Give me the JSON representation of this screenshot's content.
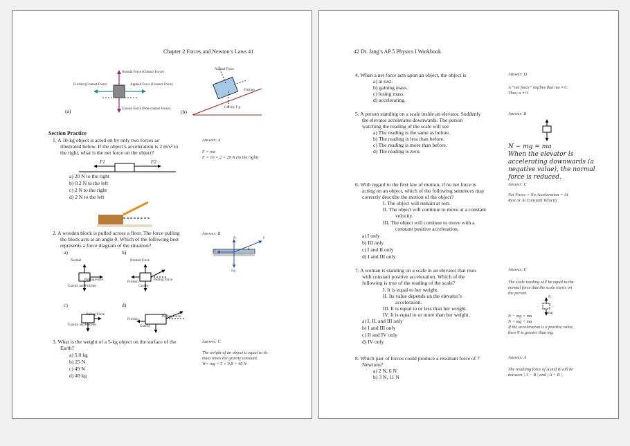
{
  "left": {
    "header": "Chapter 2   Forces and Newton’s Laws      41",
    "fig_a": {
      "tag": "(a)",
      "normal": "Normal Force (Contact Force)",
      "friction": "Friction (Contact Force)",
      "applied": "Applied Force (Contact Force)",
      "gravity": "Gravity Force (Non-contact Force)"
    },
    "fig_b": {
      "tag": "(b)",
      "normal": "Normal Force",
      "friction": "Friction",
      "gravity": "Gravity  F g"
    },
    "section_title": "Section Practice",
    "q1": {
      "lines": [
        "1.  A 10-kg object is acted on by only two forces as",
        "illustrated below. If the object’s acceleration is 2 m/s² to",
        "the right, what is the net force on the object?"
      ],
      "f1": "F1",
      "f2": "F2",
      "options": [
        "a)   20 N to the right",
        "b)   0.2 N to the left",
        "c)   2 N to the right",
        "d)   2 N to the left"
      ],
      "answer": "Answer: A",
      "ans_lines": [
        "F = ma",
        "F = 10 × 2 = 20 N (to the right)"
      ]
    },
    "q2": {
      "lines": [
        "2.  A wooden block is pulled across a floor. The force pulling",
        "the block acts at an angle θ. Which of the following best",
        "represents a force diagram of the situation?"
      ],
      "answer": "Answer: B",
      "fig": {
        "n": "N",
        "f": "f",
        "F": "F",
        "theta": "θ",
        "mg": "mg"
      },
      "diagrams": {
        "a": {
          "tag": "a)",
          "top": "Normal",
          "right": "Pulling Force",
          "bottom": "Gravity and Friction"
        },
        "b": {
          "tag": "b)",
          "top": "Normal Force",
          "right": "Pulling Force",
          "left": "Friction",
          "bottom": "Gravity"
        },
        "c": {
          "tag": "c)",
          "right": "Pulling Force",
          "bottom": "Gravity and Friction"
        },
        "d": {
          "tag": "d)",
          "right": "Pulling Force",
          "left": "Friction",
          "bottom": "Gravity"
        }
      }
    },
    "q3": {
      "lines": [
        "3.  What is the weight of a 5-kg object on the surface of the",
        "Earth?"
      ],
      "options": [
        "a)   5.0 kg",
        "b)   25 N",
        "c)   49 N",
        "d)   49 kg"
      ],
      "answer": "Answer: C",
      "ans_lines": [
        "The weight of an object is equal to its",
        "mass times the gravity constant.",
        "W= mg = 5 × 9.8 = 49 N"
      ]
    }
  },
  "right": {
    "header": "42      Dr. Jang’s AP 5 Physics I Workbook",
    "q4": {
      "lines": [
        "4.  When a net force acts upon an object, the object is"
      ],
      "options": [
        "a)   at rest.",
        "b)   gaining mass.",
        "c)   losing mass.",
        "d)   accelerating."
      ],
      "answer": "Answer: D",
      "ans_lines": [
        "A “net force” implies that ma ≠ 0.",
        "Thus, a ≠ 0."
      ]
    },
    "q5": {
      "lines": [
        "5.  A person standing on a scale inside an elevator. Suddenly",
        "the elevator accelerates downwards. The person",
        "watching the reading of the scale will see"
      ],
      "options": [
        "a)   The reading is the same as before.",
        "b)   The reading is less than before.",
        "c)   The reading is more than before.",
        "d)   The reading is zero."
      ],
      "answer": "Answer: B",
      "ans_lines": [
        "N − mg = ma",
        "When the elevator is",
        "accelerating downwards (a",
        "negative value), the normal",
        "force is reduced."
      ]
    },
    "q6": {
      "lines": [
        "6.  With regard to the first law of motion, if no net force is",
        "acting on an object, which of the following sentences may",
        "correctly describe the motion of the object?"
      ],
      "statements": [
        "I. The object will remain at rest.",
        "II. The object will continue to move at a constant",
        "velocity.",
        "III. The object will continue to move with a",
        "constant positive acceleration."
      ],
      "options": [
        "a)   I only",
        "b)   III only",
        "c)   I and II only",
        "d)   I and III only"
      ],
      "answer": "Answer: C",
      "ans_lines": [
        "Net Force = No Acceleration = At",
        "Rest or At Constant Velocity"
      ]
    },
    "q7": {
      "lines": [
        "7.  A woman is standing on a scale in an elevator that rises",
        "with constant positive acceleration. Which of the",
        "following is true of the reading of the scale?"
      ],
      "statements": [
        "I. It is equal to her weight.",
        "II. Its value depends on the elevator’s",
        "acceleration.",
        "III. It is equal to or less than her weight.",
        "IV. It is equal to or more than her weight."
      ],
      "options": [
        "a)   I, II, and III only",
        "b)   I and III only",
        "c)   II and IV only",
        "d)   IV only"
      ],
      "answer": "Answer: C",
      "ans_lines": [
        "The scale reading will be equal to the",
        "normal force that the scale exerts on",
        "the person.",
        "N − mg = ma",
        "N = mg + ma",
        "If the acceleration is a positive value,",
        "then N is greater than mg."
      ],
      "fig": {
        "n": "N",
        "mg": "mg"
      }
    },
    "q8": {
      "lines": [
        "8.  Which pair of forces could produce a resultant force of 7",
        "Newtons?"
      ],
      "options": [
        "a)   2 N, 6 N",
        "b)   3 N, 11 N"
      ],
      "answer": "Answer: A",
      "ans_lines": [
        "The resulting force of A and B will be",
        "between | A − B | and | A + B |."
      ]
    }
  }
}
